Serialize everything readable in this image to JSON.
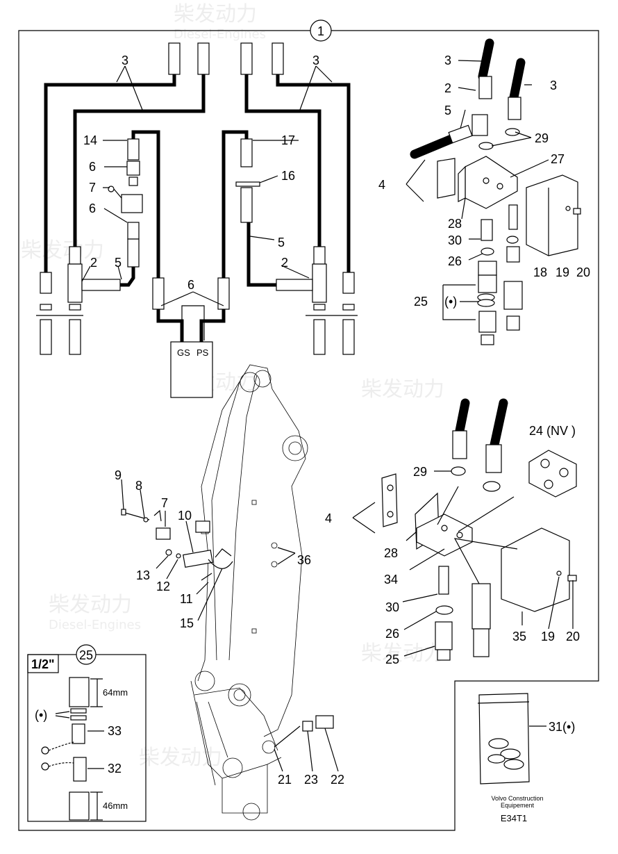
{
  "callouts": {
    "c1": "1",
    "c2a": "2",
    "c2b": "2",
    "c2c": "2",
    "c3a": "3",
    "c3b": "3",
    "c3c": "3",
    "c3d": "3",
    "c4a": "4",
    "c4b": "4",
    "c5a": "5",
    "c5b": "5",
    "c5c": "5",
    "c6a": "6",
    "c6b": "6",
    "c6c": "6",
    "c7a": "7",
    "c7b": "7",
    "c8": "8",
    "c9": "9",
    "c10": "10",
    "c11": "11",
    "c12": "12",
    "c13": "13",
    "c14": "14",
    "c15": "15",
    "c16": "16",
    "c17": "17",
    "c18": "18",
    "c19a": "19",
    "c19b": "19",
    "c20a": "20",
    "c20b": "20",
    "c21": "21",
    "c22": "22",
    "c23": "23",
    "c24": "24 (NV )",
    "c25a": "25",
    "c25b": "25",
    "c25c": "25",
    "c26a": "26",
    "c26b": "26",
    "c27": "27",
    "c28a": "28",
    "c28b": "28",
    "c29a": "29",
    "c29b": "29",
    "c30a": "30",
    "c30b": "30",
    "c31": "31(•)",
    "c32": "32",
    "c33": "33",
    "c34": "34",
    "c35": "35",
    "c36": "36",
    "bullet_a": "(•)",
    "bullet_b": "(•)"
  },
  "labels": {
    "gs": "GS",
    "ps": "PS",
    "inset_size": "1/2\"",
    "dim_64": "64mm",
    "dim_46": "46mm",
    "maker_line1": "Volvo Construction",
    "maker_line2": "Equipement",
    "ref_code": "E34T1"
  },
  "watermark": {
    "cn": "柴发动力",
    "en": "Diesel-Engines"
  }
}
